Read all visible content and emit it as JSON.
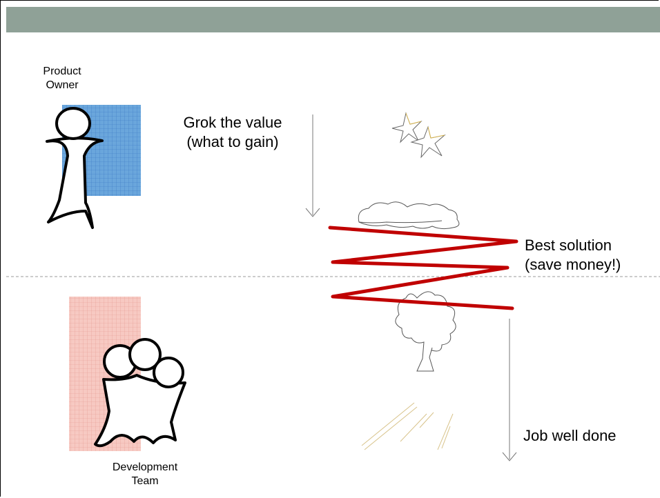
{
  "roles": {
    "product_owner": [
      "Product",
      "Owner"
    ],
    "development_team": [
      "Development",
      "Team"
    ]
  },
  "steps": {
    "grok_value": [
      "Grok the value",
      "(what to gain)"
    ],
    "best_solution": [
      "Best solution",
      "(save money!)"
    ],
    "job_done": "Job well done"
  },
  "colors": {
    "header": "#8fa197",
    "product_owner_fill": "#5b9bd5",
    "team_fill": "#f4b8b0",
    "zigzag": "#c00000"
  }
}
